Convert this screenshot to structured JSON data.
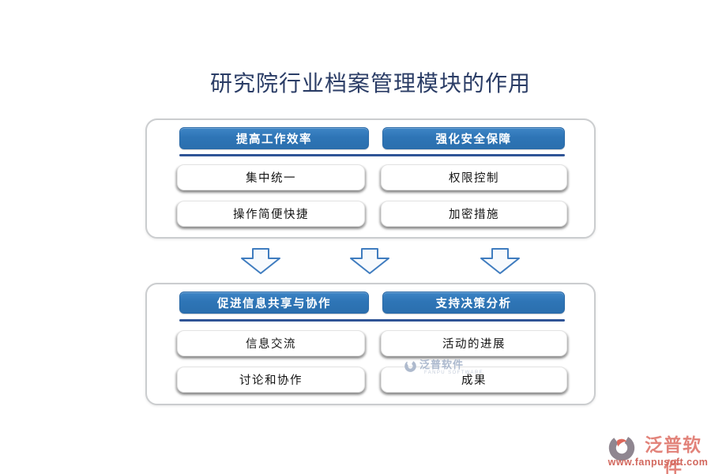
{
  "title": "研究院行业档案管理模块的作用",
  "colors": {
    "header_blue": "#2E75B6",
    "divider_blue": "#2F5496",
    "title_navy": "#2B3D66",
    "arrow_blue": "#3F7CBF",
    "watermark_gray": "#ACB9CE",
    "logo_coral": "#E2837A",
    "logo_url_red": "#D2685E"
  },
  "sections": [
    {
      "columns": [
        {
          "header": "提高工作效率",
          "items": [
            "集中统一",
            "操作简便快捷"
          ]
        },
        {
          "header": "强化安全保障",
          "items": [
            "权限控制",
            "加密措施"
          ]
        }
      ]
    },
    {
      "columns": [
        {
          "header": "促进信息共享与协作",
          "items": [
            "信息交流",
            "讨论和协作"
          ]
        },
        {
          "header": "支持决策分析",
          "items": [
            "活动的进展",
            "成果"
          ]
        }
      ]
    }
  ],
  "watermark": {
    "name": "泛普软件",
    "subtext": "FANPU SOFTWARE"
  },
  "footer_logo": {
    "name": "泛普软件",
    "url": "www.fanpusoft.com"
  }
}
